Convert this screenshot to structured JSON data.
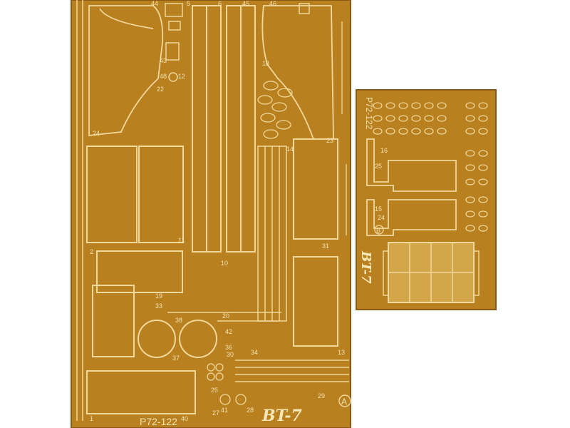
{
  "colors": {
    "background": "#ffffff",
    "brass": "#b9801f",
    "brass_dark": "#8a5a14",
    "etch_line": "#f0d79a",
    "etch_text": "#f3e2b0"
  },
  "left_fret": {
    "code": "P72-122",
    "model_name": "BT-7",
    "sheet_letter": "A",
    "part_numbers": [
      "44",
      "5",
      "6",
      "45",
      "46",
      "43",
      "48",
      "12",
      "22",
      "18",
      "24",
      "23",
      "14",
      "11",
      "2",
      "31",
      "10",
      "19",
      "33",
      "20",
      "38",
      "37",
      "42",
      "36",
      "30",
      "34",
      "40",
      "27",
      "41",
      "28",
      "29",
      "13",
      "25",
      "1"
    ]
  },
  "right_fret": {
    "code": "P72-122",
    "model_name": "BT-7",
    "sheet_letter": "B",
    "part_numbers": [
      "16",
      "25",
      "15",
      "24"
    ]
  }
}
